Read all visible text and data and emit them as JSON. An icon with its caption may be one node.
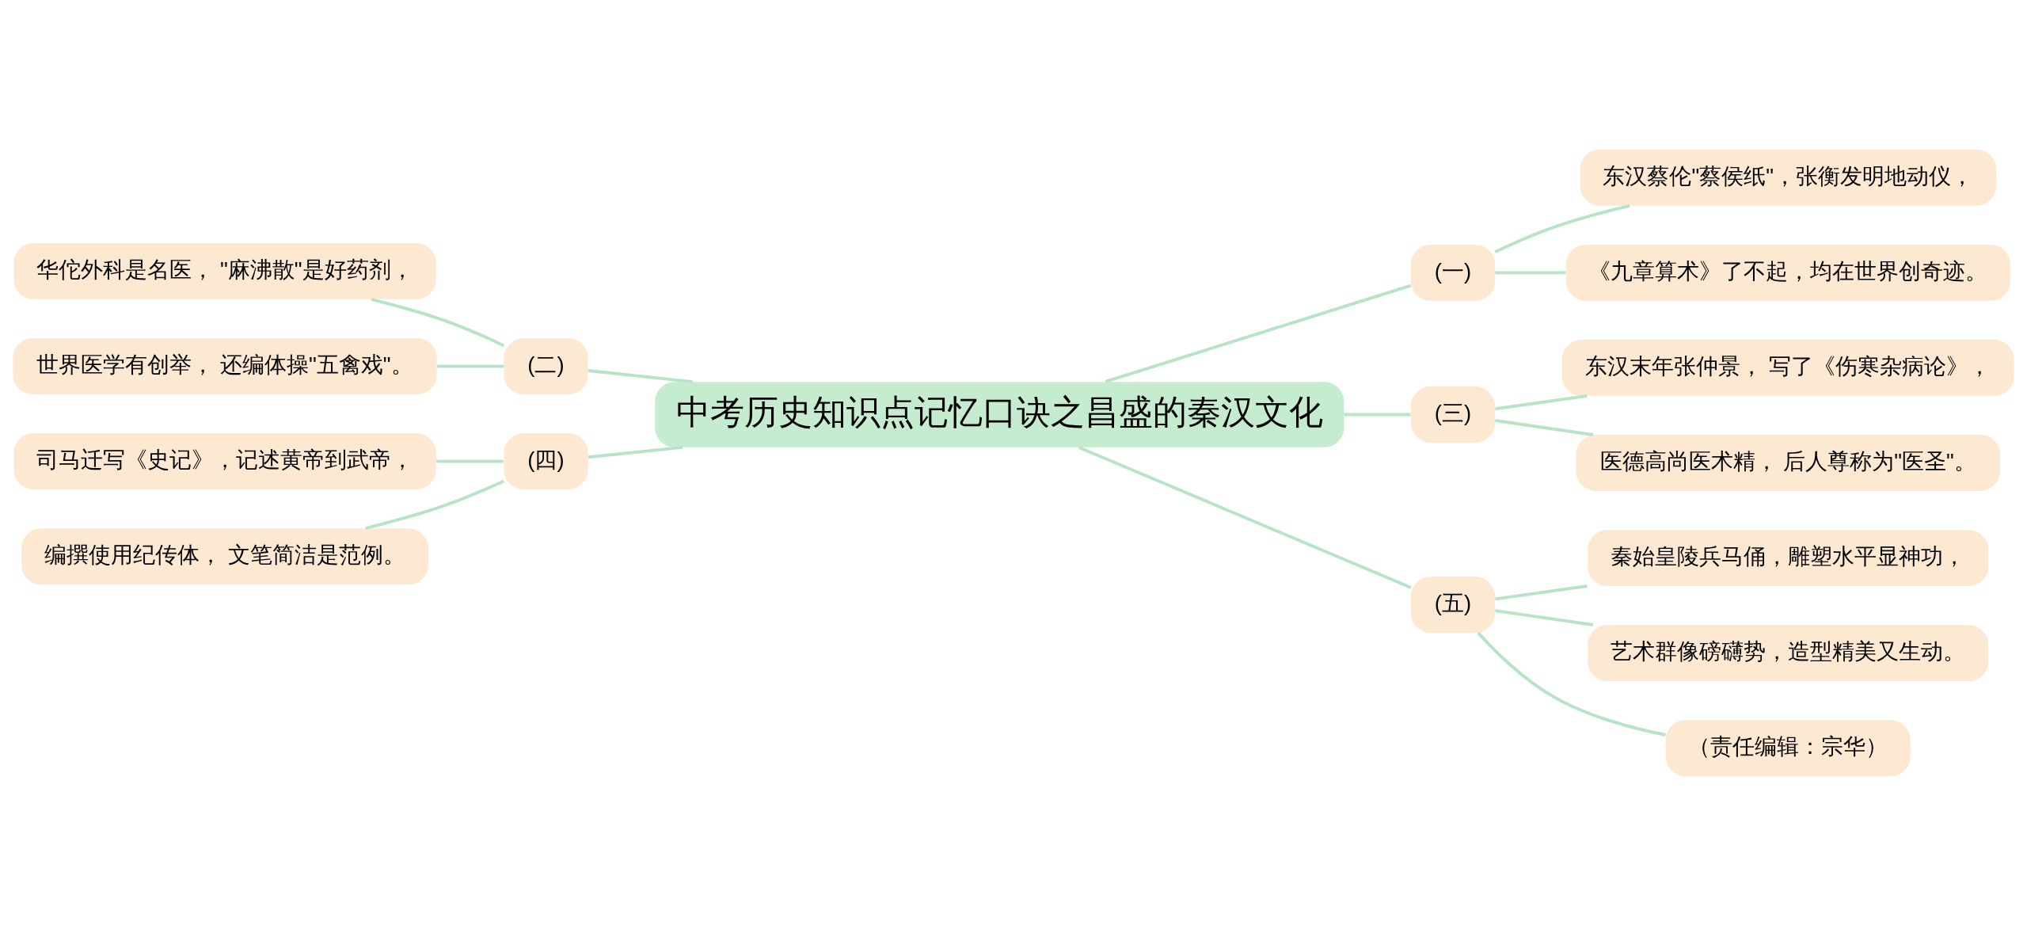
{
  "diagram": {
    "nodes": [
      {
        "text": [
          "中考历史知识点记忆口诀之昌盛的秦汉文化"
        ]
      },
      {
        "text": [
          "(一)"
        ]
      },
      {
        "text": [
          "东汉蔡伦\"蔡侯纸\"，张衡发明地动仪，"
        ]
      },
      {
        "text": [
          "《九章算术》了不起，均在世界创奇迹。"
        ]
      },
      {
        "text": [
          "(三)"
        ]
      },
      {
        "text": [
          "东汉末年张仲景， 写了《伤寒杂病论》，"
        ]
      },
      {
        "text": [
          "医德高尚医术精， 后人尊称为\"医圣\"。"
        ]
      },
      {
        "text": [
          "(五)"
        ]
      },
      {
        "text": [
          "秦始皇陵兵马俑，雕塑水平显神功，"
        ]
      },
      {
        "text": [
          "艺术群像磅礴势，造型精美又生动。"
        ]
      },
      {
        "text": [
          "（责任编辑：宗华）"
        ]
      },
      {
        "text": [
          "(二)"
        ]
      },
      {
        "text": [
          "华佗外科是名医， \"麻沸散\"是好药剂，"
        ]
      },
      {
        "text": [
          "世界医学有创举， 还编体操\"五禽戏\"。"
        ]
      },
      {
        "text": [
          "(四)"
        ]
      },
      {
        "text": [
          "司马迁写《史记》，记述黄帝到武帝，"
        ]
      },
      {
        "text": [
          "编撰使用纪传体， 文笔简洁是范例。"
        ]
      }
    ],
    "edges": [
      {
        "from": 0,
        "to": 1,
        "arrow": "none"
      },
      {
        "from": 1,
        "to": 2,
        "arrow": "none"
      },
      {
        "from": 1,
        "to": 3,
        "arrow": "none"
      },
      {
        "from": 0,
        "to": 4,
        "arrow": "none"
      },
      {
        "from": 4,
        "to": 5,
        "arrow": "none"
      },
      {
        "from": 4,
        "to": 6,
        "arrow": "none"
      },
      {
        "from": 0,
        "to": 7,
        "arrow": "none"
      },
      {
        "from": 7,
        "to": 8,
        "arrow": "none"
      },
      {
        "from": 7,
        "to": 9,
        "arrow": "none"
      },
      {
        "from": 7,
        "to": 10,
        "arrow": "none"
      },
      {
        "from": 0,
        "to": 11,
        "arrow": "none"
      },
      {
        "from": 11,
        "to": 12,
        "arrow": "none"
      },
      {
        "from": 11,
        "to": 13,
        "arrow": "none"
      },
      {
        "from": 0,
        "to": 14,
        "arrow": "none"
      },
      {
        "from": 14,
        "to": 15,
        "arrow": "none"
      },
      {
        "from": 14,
        "to": 16,
        "arrow": "none"
      }
    ]
  }
}
